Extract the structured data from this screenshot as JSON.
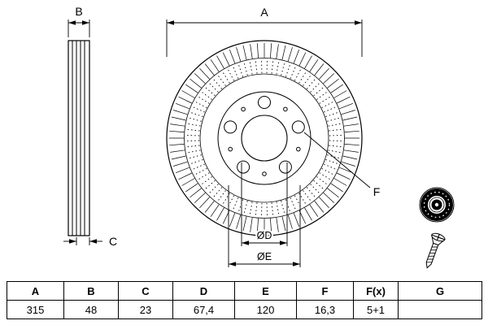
{
  "drawing": {
    "dim_a": "A",
    "dim_b": "B",
    "dim_c": "C",
    "dim_f": "F",
    "dia_d": "ØD",
    "dia_e": "ØE"
  },
  "table": {
    "headers": [
      "A",
      "B",
      "C",
      "D",
      "E",
      "F",
      "F(x)",
      "G"
    ],
    "values": [
      "315",
      "48",
      "23",
      "67,4",
      "120",
      "16,3",
      "5+1",
      ""
    ]
  }
}
